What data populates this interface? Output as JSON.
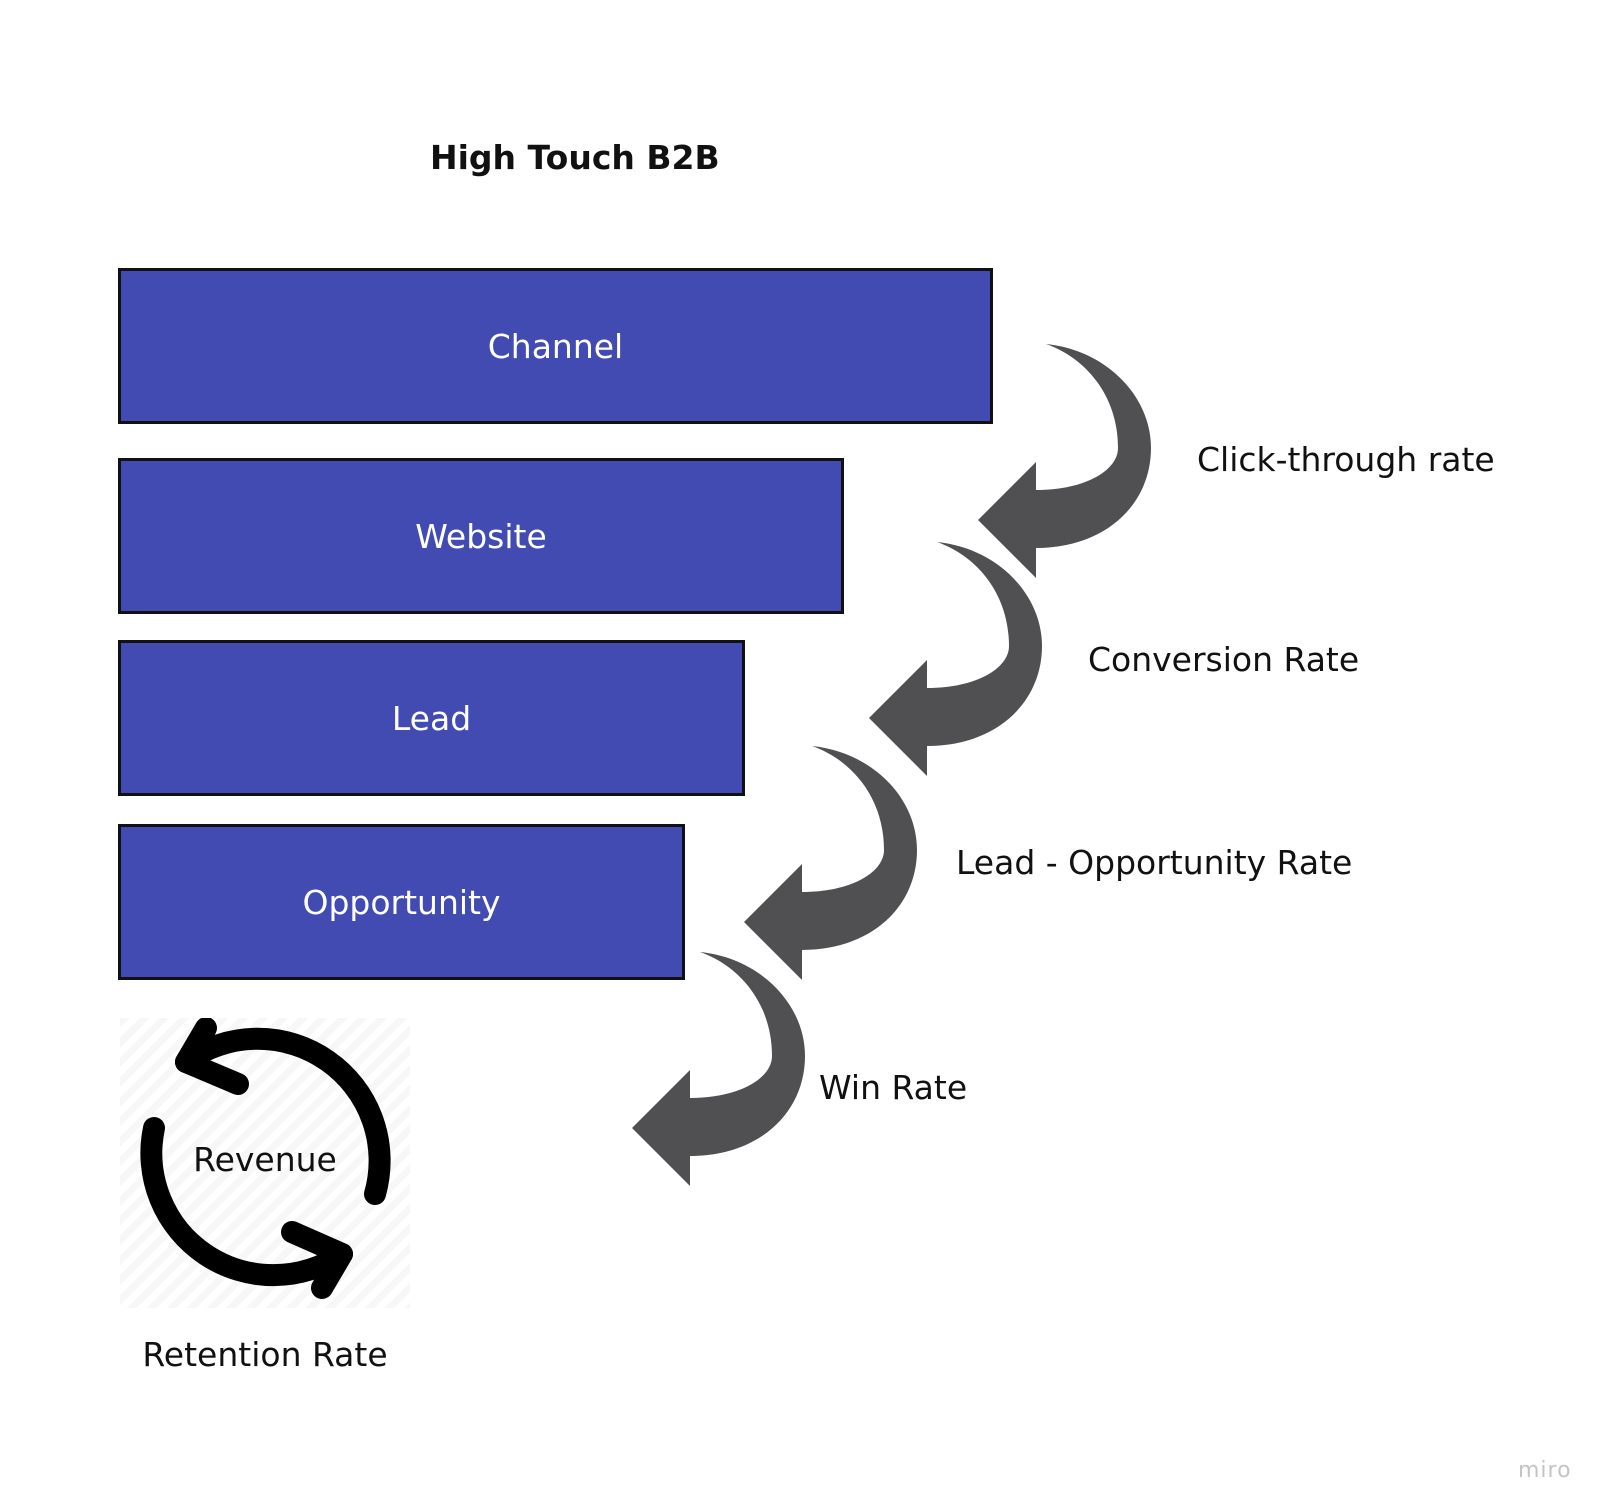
{
  "diagram": {
    "title": "High Touch B2B",
    "stages": [
      {
        "label": "Channel"
      },
      {
        "label": "Website"
      },
      {
        "label": "Lead"
      },
      {
        "label": "Opportunity"
      }
    ],
    "rates": [
      {
        "label": "Click-through rate"
      },
      {
        "label": "Conversion Rate"
      },
      {
        "label": "Lead - Opportunity Rate"
      },
      {
        "label": "Win Rate"
      }
    ],
    "revenue": {
      "label": "Revenue",
      "caption": "Retention Rate",
      "icon": "cycle-arrows-icon"
    },
    "arrow_icon": "curved-down-left-arrow-icon",
    "colors": {
      "stage_fill": "#414bb2",
      "stage_border": "#111111",
      "arrow": "#505053",
      "text": "#111111"
    }
  },
  "watermark": "miro"
}
